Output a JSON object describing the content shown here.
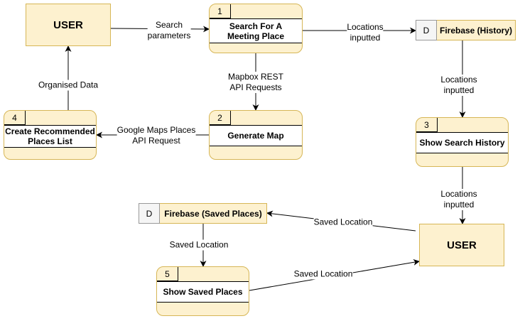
{
  "entities": {
    "user_top": "USER",
    "user_bottom": "USER"
  },
  "processes": {
    "search": {
      "number": "1",
      "title": "Search For A Meeting Place"
    },
    "generate_map": {
      "number": "2",
      "title": "Generate Map"
    },
    "show_history": {
      "number": "3",
      "title": "Show Search History"
    },
    "recommended": {
      "number": "4",
      "title": "Create Recommended Places List"
    },
    "saved_places": {
      "number": "5",
      "title": "Show Saved Places"
    }
  },
  "stores": {
    "history": {
      "id": "D",
      "name": "Firebase (History)"
    },
    "saved": {
      "id": "D",
      "name": "Firebase (Saved Places)"
    }
  },
  "flows": {
    "search_parameters": "Search\nparameters",
    "locations_inputted_1": "Locations\ninputted",
    "locations_inputted_2": "Locations\ninputted",
    "locations_inputted_3": "Locations\ninputted",
    "mapbox": "Mapbox REST\nAPI Requests",
    "google": "Google Maps Places\nAPI Request",
    "organised": "Organised Data",
    "saved_location_1": "Saved Location",
    "saved_location_2": "Saved Location",
    "saved_location_3": "Saved Location"
  }
}
